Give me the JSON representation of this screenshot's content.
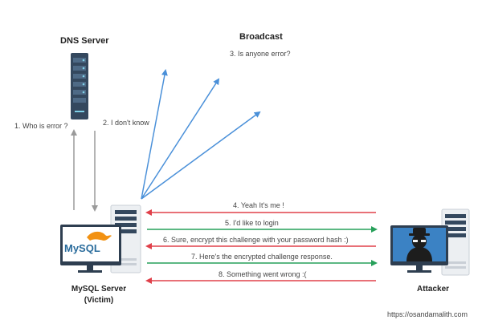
{
  "nodes": {
    "dns_server": {
      "label": "DNS Server"
    },
    "broadcast": {
      "label": "Broadcast"
    },
    "mysql_server": {
      "label_line1": "MySQL Server",
      "label_line2": "(Victim)",
      "screen_logo": "MySQL"
    },
    "attacker": {
      "label": "Attacker"
    }
  },
  "steps": {
    "who_is": "1. Who is error ?",
    "dont_know": "2. I don't know",
    "anyone": "3. Is anyone error?",
    "yeah": "4. Yeah It's me !",
    "login": "5.  I'd like to login",
    "challenge": "6. Sure, encrypt this challenge with your password hash :)",
    "response": "7. Here's the encrypted challenge response.",
    "wrong": "8. Something went wrong :("
  },
  "footer": {
    "url": "https://osandamalith.com"
  },
  "colors": {
    "blue_arrow": "#4a90d9",
    "red_arrow": "#e0404a",
    "green_arrow": "#27a05a",
    "gray_arrow": "#9a9a9a",
    "server_dark": "#34485e",
    "screen_blue": "#3b82c4"
  }
}
